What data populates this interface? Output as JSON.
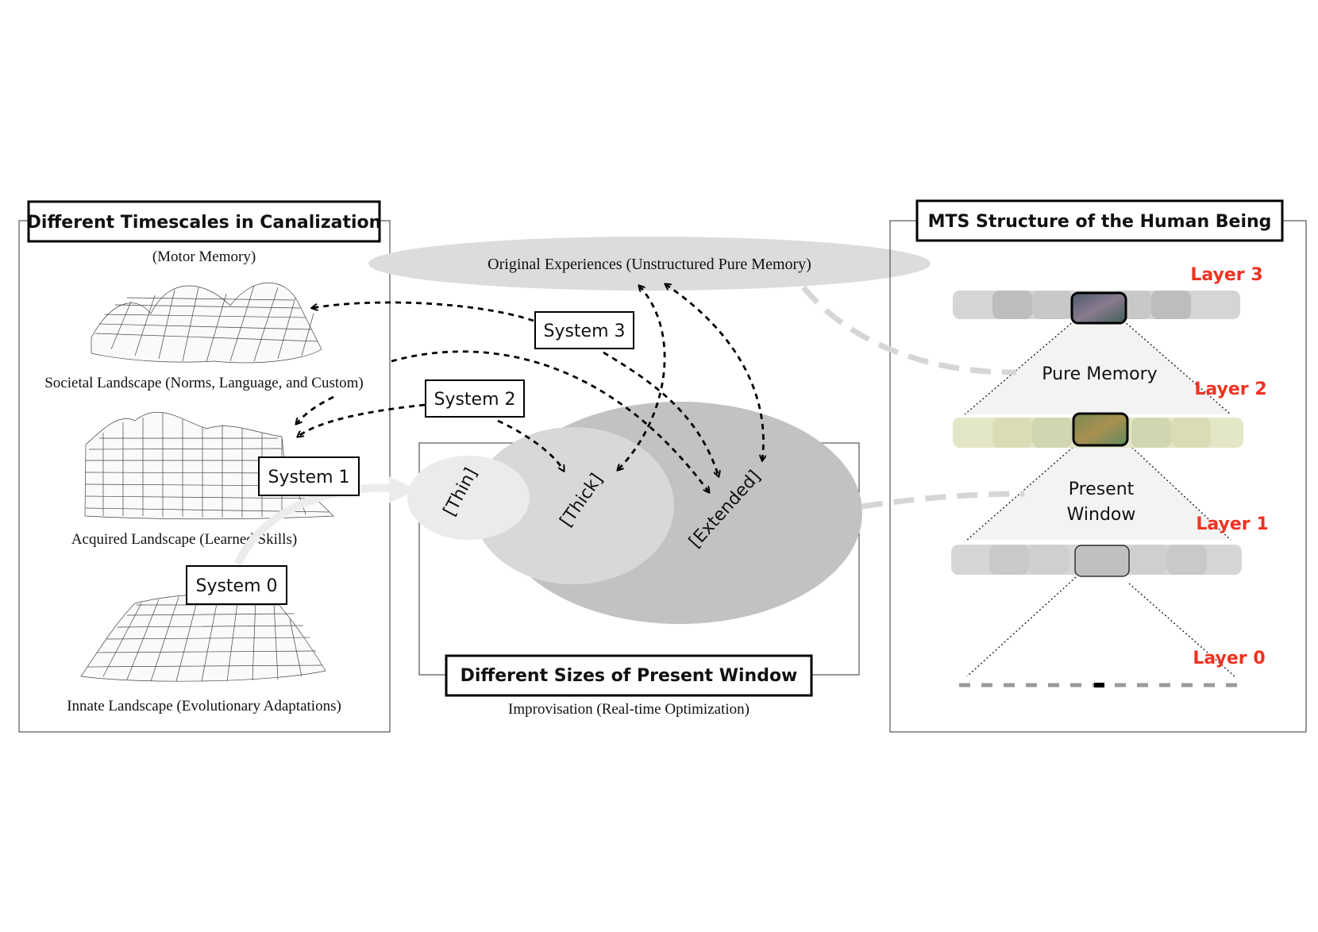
{
  "left_panel": {
    "title": "Different Timescales in Canalization",
    "motor_memory": "(Motor Memory)",
    "societal": "Societal Landscape (Norms, Language, and Custom)",
    "acquired": "Acquired Landscape (Learned Skills)",
    "innate": "Innate Landscape (Evolutionary Adaptations)"
  },
  "systems": {
    "s0": "System 0",
    "s1": "System 1",
    "s2": "System 2",
    "s3": "System 3"
  },
  "center": {
    "original": "Original Experiences (Unstructured Pure Memory)",
    "thin": "[Thin]",
    "thick": "[Thick]",
    "extended": "[Extended]",
    "title": "Different Sizes of Present Window",
    "improvisation": "Improvisation (Real-time Optimization)"
  },
  "right_panel": {
    "title": "MTS Structure of the Human Being",
    "layer3": "Layer 3",
    "layer2": "Layer 2",
    "layer1": "Layer 1",
    "layer0": "Layer 0",
    "pure_memory": "Pure Memory",
    "present_line1": "Present",
    "present_line2": "Window"
  },
  "colors": {
    "layer_label": "#ee3322",
    "ellipse_light": "#ebebeb",
    "ellipse_mid": "#d8d8d8",
    "ellipse_dark": "#c2c2c2"
  }
}
